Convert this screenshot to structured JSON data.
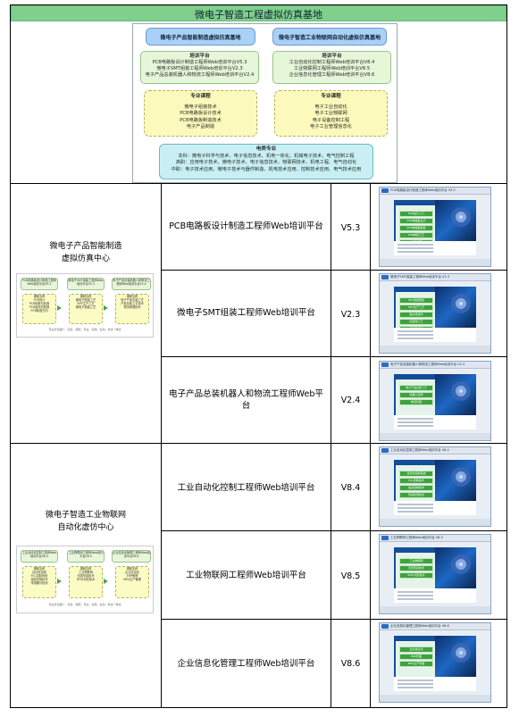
{
  "banner": {
    "title": "微电子智造工程虚拟仿真基地"
  },
  "diagram": {
    "base_left": "微电子产品智能制造虚拟仿真基地",
    "base_right": "微电子智造工业物联网自动化虚拟仿真基地",
    "left_training": {
      "heading": "培训平台",
      "lines": [
        "PCB电路板设计制造工程师Web培训平台V5.3",
        "微电子SMT组装工程师Web培训平台V2.3",
        "电子产品总装机器人和物流工程师Web培训平台V2.4"
      ]
    },
    "right_training": {
      "heading": "培训平台",
      "lines": [
        "工业自动化控制工程师Web培训平台V8.4",
        "工业物联网工程师Web培训平台V8.5",
        "企业信息化管理工程师Web培训平台V8.6"
      ]
    },
    "left_courses": {
      "heading": "专业课程",
      "lines": [
        "微电子组装技术",
        "PCB电路板设计技术",
        "PCB电路板制造技术",
        "电子产品制造"
      ]
    },
    "right_courses": {
      "heading": "专业课程",
      "lines": [
        "电子工业自动化",
        "电子工业物联网",
        "电子设备控制工程",
        "电子工业管理信息化"
      ]
    },
    "majors": {
      "heading": "电类专业",
      "lines": [
        "本科：微电子科学与技术、电子信息技术、机电一体化、机械电子技术、电气控制工程",
        "高职：应用电子技术、微电子技术、电子信息技术、物联网技术、机电工程、电气自动化",
        "中职：电子技术应用、微电子技术与器件制造、机电技术应用、控制技术应用、电气技术应用"
      ]
    }
  },
  "centers": [
    {
      "title_lines": [
        "微电子产品智能制造",
        "虚拟仿真中心"
      ],
      "mini": {
        "top": [
          "PCB电路板设计制造工程师Web培训平台V5.3",
          "微电子SMT组装工程师Web培训平台V2.3",
          "电子产品总装机器人和物流工程师Web培训平台V2.4"
        ],
        "courses": [
          [
            "课程名称",
            "PCB设计",
            "PCB制造与制造",
            "PCB组件的制造",
            "PCB制造方向"
          ],
          [
            "课程名称",
            "微电子组装工艺",
            "SMT生产工艺",
            "微电子组装工艺"
          ],
          [
            "课程名称",
            "电子产品总装工艺",
            "产品总装工艺技术",
            "物流管理技术"
          ]
        ],
        "foot": "专业涉及面广、完善、规范、专业、实用、生动、考试一体化"
      },
      "platforms": [
        {
          "name": "PCB电路板设计制造工程师Web培训平台",
          "version": "V5.3",
          "thumb_title": "PCB电路板设计制造工程师Web培训平台 V5.3",
          "buttons": [
            "PCB设计入门",
            "PCB电路板设计",
            "PCB电路板制造",
            "PCB制造工艺",
            "PCB制造工艺2.0"
          ]
        },
        {
          "name": "微电子SMT组装工程师Web培训平台",
          "version": "V2.3",
          "thumb_title": "微电子SMT组装工程师Web培训平台 V2.3",
          "buttons": [
            "SMT组装概述",
            "SMT生产工艺",
            "贴片机操作",
            "回流焊工艺",
            "检测与返修"
          ]
        },
        {
          "name": "电子产品总装机器人和物流工程师Web平台",
          "version": "V2.4",
          "thumb_title": "电子产品总装机器人和物流工程师Web培训平台 V2.4",
          "buttons": [
            "电子产品总装工艺",
            "机器人应用",
            "物流管理"
          ]
        }
      ]
    },
    {
      "title_lines": [
        "微电子智造工业物联网",
        "自动化虚仿中心"
      ],
      "mini": {
        "top": [
          "工业自动化控制工程师Web培训平台V8.4",
          "工业物联网工程师Web培训平台V8.5",
          "企业信息化管理工程师Web培训平台V8.6"
        ],
        "courses": [
          [
            "课程名称",
            "自动化控制",
            "PLC控制系统",
            "组态控制技术",
            "传感器与检测"
          ],
          [
            "课程名称",
            "工业物联网",
            "无线传感技术",
            "RFID识别技术"
          ],
          [
            "课程名称",
            "企业信息化",
            "ERP管理",
            "MES生产管理"
          ]
        ],
        "foot": "专业涉及面广、完善、规范、专业、实用、生动、考试一体化"
      },
      "platforms": [
        {
          "name": "工业自动化控制工程师Web培训平台",
          "version": "V8.4",
          "thumb_title": "工业自动化控制工程师Web培训平台 V8.4",
          "buttons": [
            "自动化控制基础",
            "PLC控制技术",
            "组态控制技术",
            "传感检测技术"
          ]
        },
        {
          "name": "工业物联网工程师Web培训平台",
          "version": "V8.5",
          "thumb_title": "工业物联网工程师Web培训平台 V8.5",
          "buttons": [
            "工业物联网",
            "无线传感技术",
            "RFID识别技术"
          ]
        },
        {
          "name": "企业信息化管理工程师Web培训平台",
          "version": "V8.6",
          "thumb_title": "企业信息化管理工程师Web培训平台 V8.6",
          "buttons": [
            "企业信息化",
            "ERP管理",
            "MES生产管理"
          ]
        }
      ]
    }
  ],
  "colors": {
    "banner": "#7fcf8d",
    "base_blue": "#a9d1f7",
    "training_green": "#e6f6d9",
    "course_yellow": "#fbfabc",
    "major_cyan": "#c8f0f4"
  }
}
